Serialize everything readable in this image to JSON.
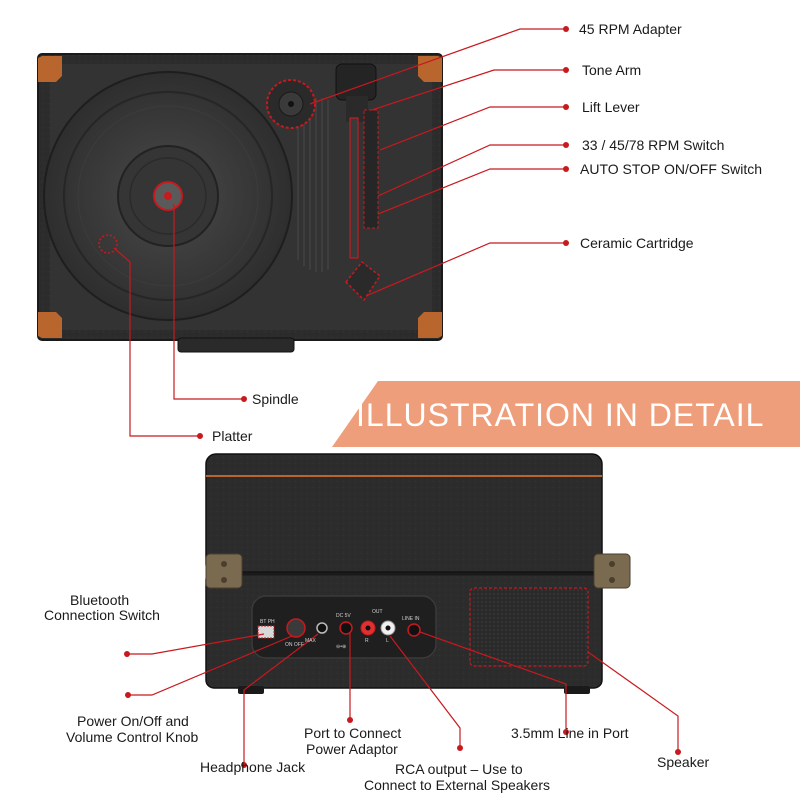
{
  "banner": {
    "text": "ILLUSTRATION IN DETAIL"
  },
  "top_callouts": {
    "adapter": "45 RPM Adapter",
    "tone_arm": "Tone Arm",
    "lift_lever": "Lift Lever",
    "rpm_switch": "33 / 45/78 RPM Switch",
    "auto_stop": "AUTO STOP ON/OFF Switch",
    "cartridge": "Ceramic Cartridge",
    "spindle": "Spindle",
    "platter": "Platter"
  },
  "bottom_callouts": {
    "bluetooth_line1": "Bluetooth",
    "bluetooth_line2": "Connection Switch",
    "power_line1": "Power On/Off and",
    "power_line2": "Volume Control Knob",
    "headphone": "Headphone Jack",
    "power_port_line1": "Port to Connect",
    "power_port_line2": "Power Adaptor",
    "rca_line1": "RCA output  –  Use to",
    "rca_line2": "Connect to External Speakers",
    "line_in_port": "3.5mm Line in Port",
    "speaker": "Speaker"
  },
  "panel_markings": {
    "bt_ph": "BT PH",
    "on_off": "ON OFF",
    "max": "MAX",
    "dc": "DC 5V",
    "out": "OUT",
    "r": "R",
    "l": "L",
    "line_in": "LINE IN",
    "polarity": "⊖•⊕"
  },
  "colors": {
    "callout": "#c8191e",
    "banner": "#ee9e7b",
    "case": "#2b2b2b",
    "corner": "#b8662e",
    "speaker_outline": "#c8191e"
  }
}
